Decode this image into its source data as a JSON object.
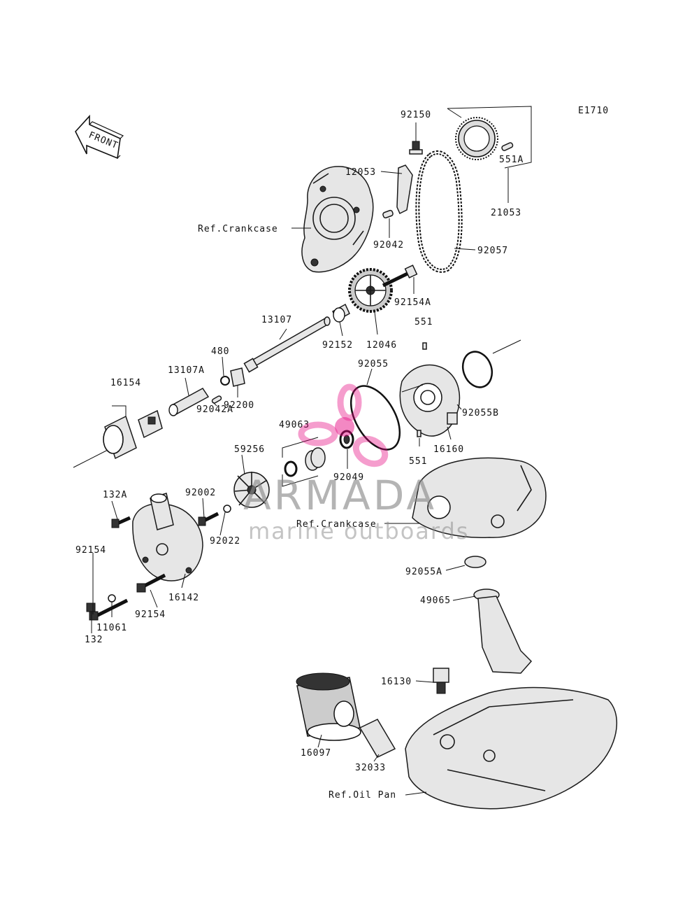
{
  "diagram_code": "E1710",
  "front_label": "FRONT",
  "watermark": {
    "brand": "ARMADA",
    "tagline": "marine outboards",
    "pink": "#e5007e"
  },
  "labels": {
    "l92150": "92150",
    "l12053": "12053",
    "l551A": "551A",
    "l21053": "21053",
    "lRefCrankcase1": "Ref.Crankcase",
    "l92042": "92042",
    "l92057": "92057",
    "l92154A": "92154A",
    "l13107": "13107",
    "l92152": "92152",
    "l12046": "12046",
    "l551a": "551",
    "l480": "480",
    "l92055": "92055",
    "l13107A": "13107A",
    "l16154": "16154",
    "l92200": "92200",
    "l92042A": "92042A",
    "l92055B": "92055B",
    "l49063": "49063",
    "l16160": "16160",
    "l59256": "59256",
    "l551b": "551",
    "l92049": "92049",
    "l132A": "132A",
    "l92002": "92002",
    "lRefCrankcase2": "Ref.Crankcase",
    "l92022": "92022",
    "l92154a": "92154",
    "l92055A": "92055A",
    "l16142": "16142",
    "l49065": "49065",
    "l92154b": "92154",
    "l11061": "11061",
    "l132": "132",
    "l16130": "16130",
    "l16097": "16097",
    "l32033": "32033",
    "lRefOilPan": "Ref.Oil Pan"
  }
}
